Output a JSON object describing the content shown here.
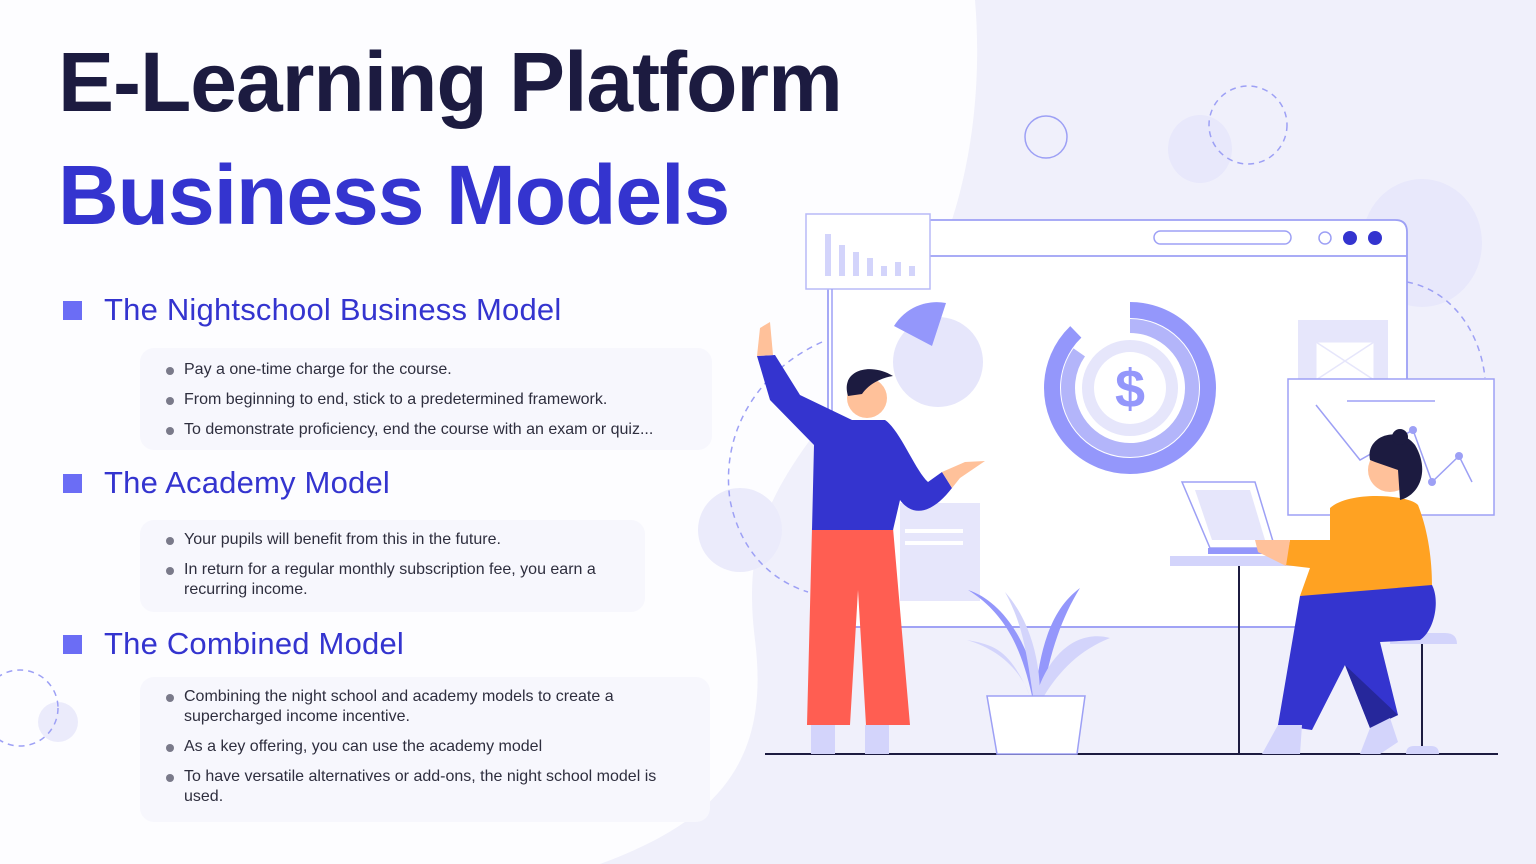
{
  "header": {
    "title_line1": "E-Learning Platform",
    "title_line2": "Business Models"
  },
  "sections": [
    {
      "heading": "The Nightschool Business Model",
      "bullets": [
        "Pay a one-time charge for the course.",
        "From beginning to end, stick to a predetermined framework.",
        "To demonstrate proficiency, end the course with an exam or quiz..."
      ]
    },
    {
      "heading": "The Academy Model",
      "bullets": [
        "Your pupils will benefit from this in the future.",
        "In return for a regular monthly subscription fee, you earn a recurring income."
      ]
    },
    {
      "heading": "The Combined Model",
      "bullets": [
        "Combining the night school and academy models to create a supercharged income incentive.",
        "As a key offering, you can use the academy model",
        "To have versatile alternatives or add-ons, the night school model is used."
      ]
    }
  ],
  "illustration": {
    "icon": "dollar-sign-icon",
    "dollar_symbol": "$"
  },
  "colors": {
    "title_dark": "#1c1b40",
    "accent_blue": "#3434cf",
    "square_bullet": "#6b6df5",
    "background": "#f0f0fb",
    "light_purple": "#9497fb",
    "pants_red": "#ff5e52",
    "shirt_orange": "#ffa222"
  }
}
